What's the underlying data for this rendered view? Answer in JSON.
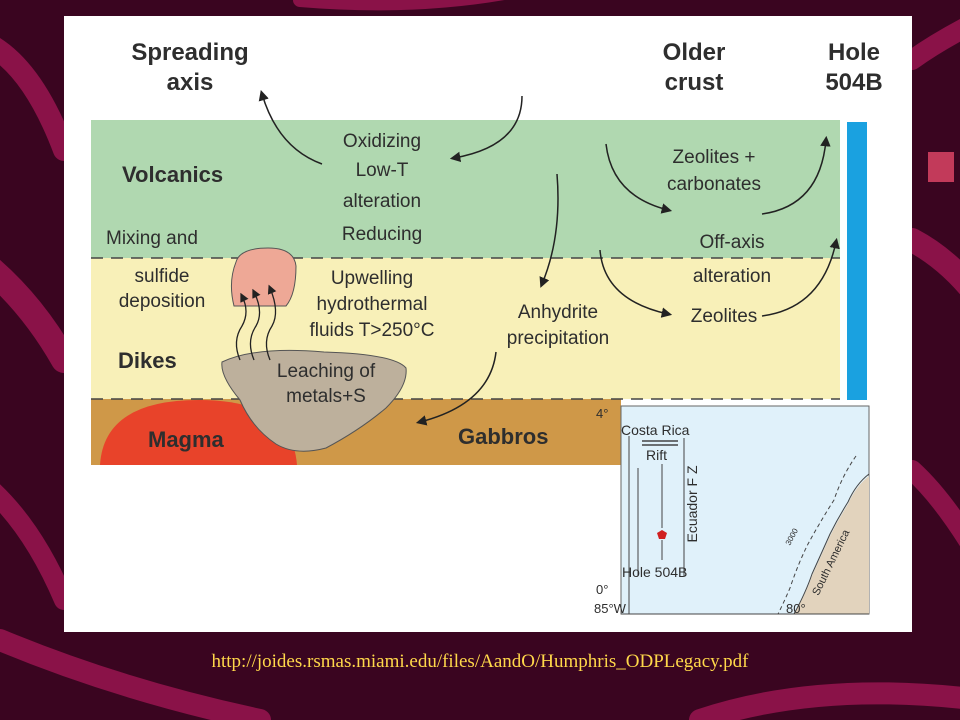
{
  "colors": {
    "background": "#3a0520",
    "volcanics": "#b0d8b0",
    "dikes": "#f8f0b8",
    "gabbros": "#cf9848",
    "magma": "#e8432a",
    "leaching": "#bdb09c",
    "sulfide": "#eea896",
    "hole": "#1aa1e0",
    "map_sea": "#e0f1fa",
    "map_land": "#e2d3bd",
    "url_text": "#ffd84a"
  },
  "diagram": {
    "headers": {
      "spreading_axis": [
        "Spreading",
        "axis"
      ],
      "older_crust": [
        "Older",
        "crust"
      ],
      "hole": [
        "Hole",
        "504B"
      ]
    },
    "layers": {
      "volcanics": "Volcanics",
      "dikes": "Dikes",
      "magma": "Magma",
      "gabbros": "Gabbros"
    },
    "labels": {
      "oxidizing": "Oxidizing",
      "low_t": "Low-T",
      "alteration": "alteration",
      "reducing": "Reducing",
      "mixing_and": "Mixing and",
      "sulfide": "sulfide",
      "deposition": "deposition",
      "upwelling": "Upwelling",
      "hydrothermal": "hydrothermal",
      "fluids": "fluids T>250°C",
      "leaching_1": "Leaching of",
      "leaching_2": "metals+S",
      "anhydrite": "Anhydrite",
      "precipitation": "precipitation",
      "zeolites_plus": "Zeolites +",
      "carbonates": "carbonates",
      "off_axis": "Off-axis",
      "alteration_2": "alteration",
      "zeolites": "Zeolites"
    }
  },
  "map": {
    "costa_rica": "Costa Rica",
    "rift": "Rift",
    "ecuador_fz": "Ecuador F Z",
    "hole_504b": "Hole 504B",
    "south_america": "South America",
    "depth_label": "3000",
    "lat_4": "4°",
    "lat_0": "0°",
    "lon_85": "85°W",
    "lon_80": "80°"
  },
  "footer": {
    "url": "http://joides.rsmas.miami.edu/files/AandO/Humphris_ODPLegacy.pdf"
  }
}
